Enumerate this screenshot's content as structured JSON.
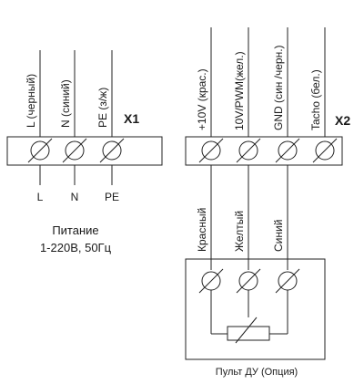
{
  "x1": {
    "name": "X1",
    "wires": [
      "L (черный)",
      "N (синий)",
      "PE (з/ж)"
    ],
    "terminals": [
      "L",
      "N",
      "PE"
    ],
    "caption_line1": "Питание",
    "caption_line2": "1-220В, 50Гц"
  },
  "x2": {
    "name": "X2",
    "wires": [
      "+10V (крас.)",
      "10V/PWM(жел.)",
      "GND (син /черн.)",
      "Tacho (бел.)"
    ]
  },
  "remote": {
    "wires": [
      "Красный",
      "Желтый",
      "Синий"
    ],
    "caption": "Пульт ДУ (Опция)"
  }
}
